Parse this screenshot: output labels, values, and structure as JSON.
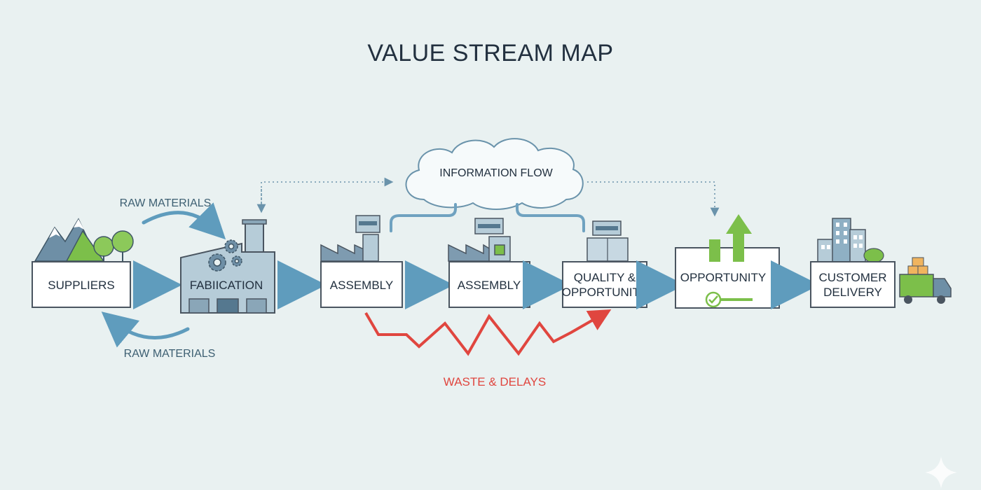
{
  "title": "VALUE STREAM MAP",
  "info_flow_label": "INFORMATION FLOW",
  "raw_materials_top": "RAW MATERIALS",
  "raw_materials_bottom": "RAW MATERIALS",
  "waste_label": "WASTE & DELAYS",
  "stages": {
    "suppliers": {
      "line1": "SUPPLIERS"
    },
    "fabrication": {
      "line1": "FABIICATION"
    },
    "assembly1": {
      "line1": "ASSEMBLY"
    },
    "assembly2": {
      "line1": "ASSEMBLY"
    },
    "quality": {
      "line1": "QUALITY &",
      "line2": "OPPORTUNITY"
    },
    "opportunity": {
      "line1": "OPPORTUNITY"
    },
    "delivery": {
      "line1": "CUSTOMER",
      "line2": "DELIVERY"
    }
  },
  "colors": {
    "background": "#e9f1f1",
    "flow_arrow": "#5f9cbd",
    "box_stroke": "#4a5560",
    "waste": "#e0463f",
    "green": "#7cbf4a",
    "factory": "#b6ccd8",
    "dark_text": "#22303f"
  },
  "icons": [
    "mountains-trees-icon",
    "factory-gears-icon",
    "factory-icon",
    "factory-icon",
    "package-crate-icon",
    "growth-arrow-icon",
    "check-icon",
    "city-buildings-icon",
    "delivery-truck-icon",
    "cloud-icon"
  ]
}
